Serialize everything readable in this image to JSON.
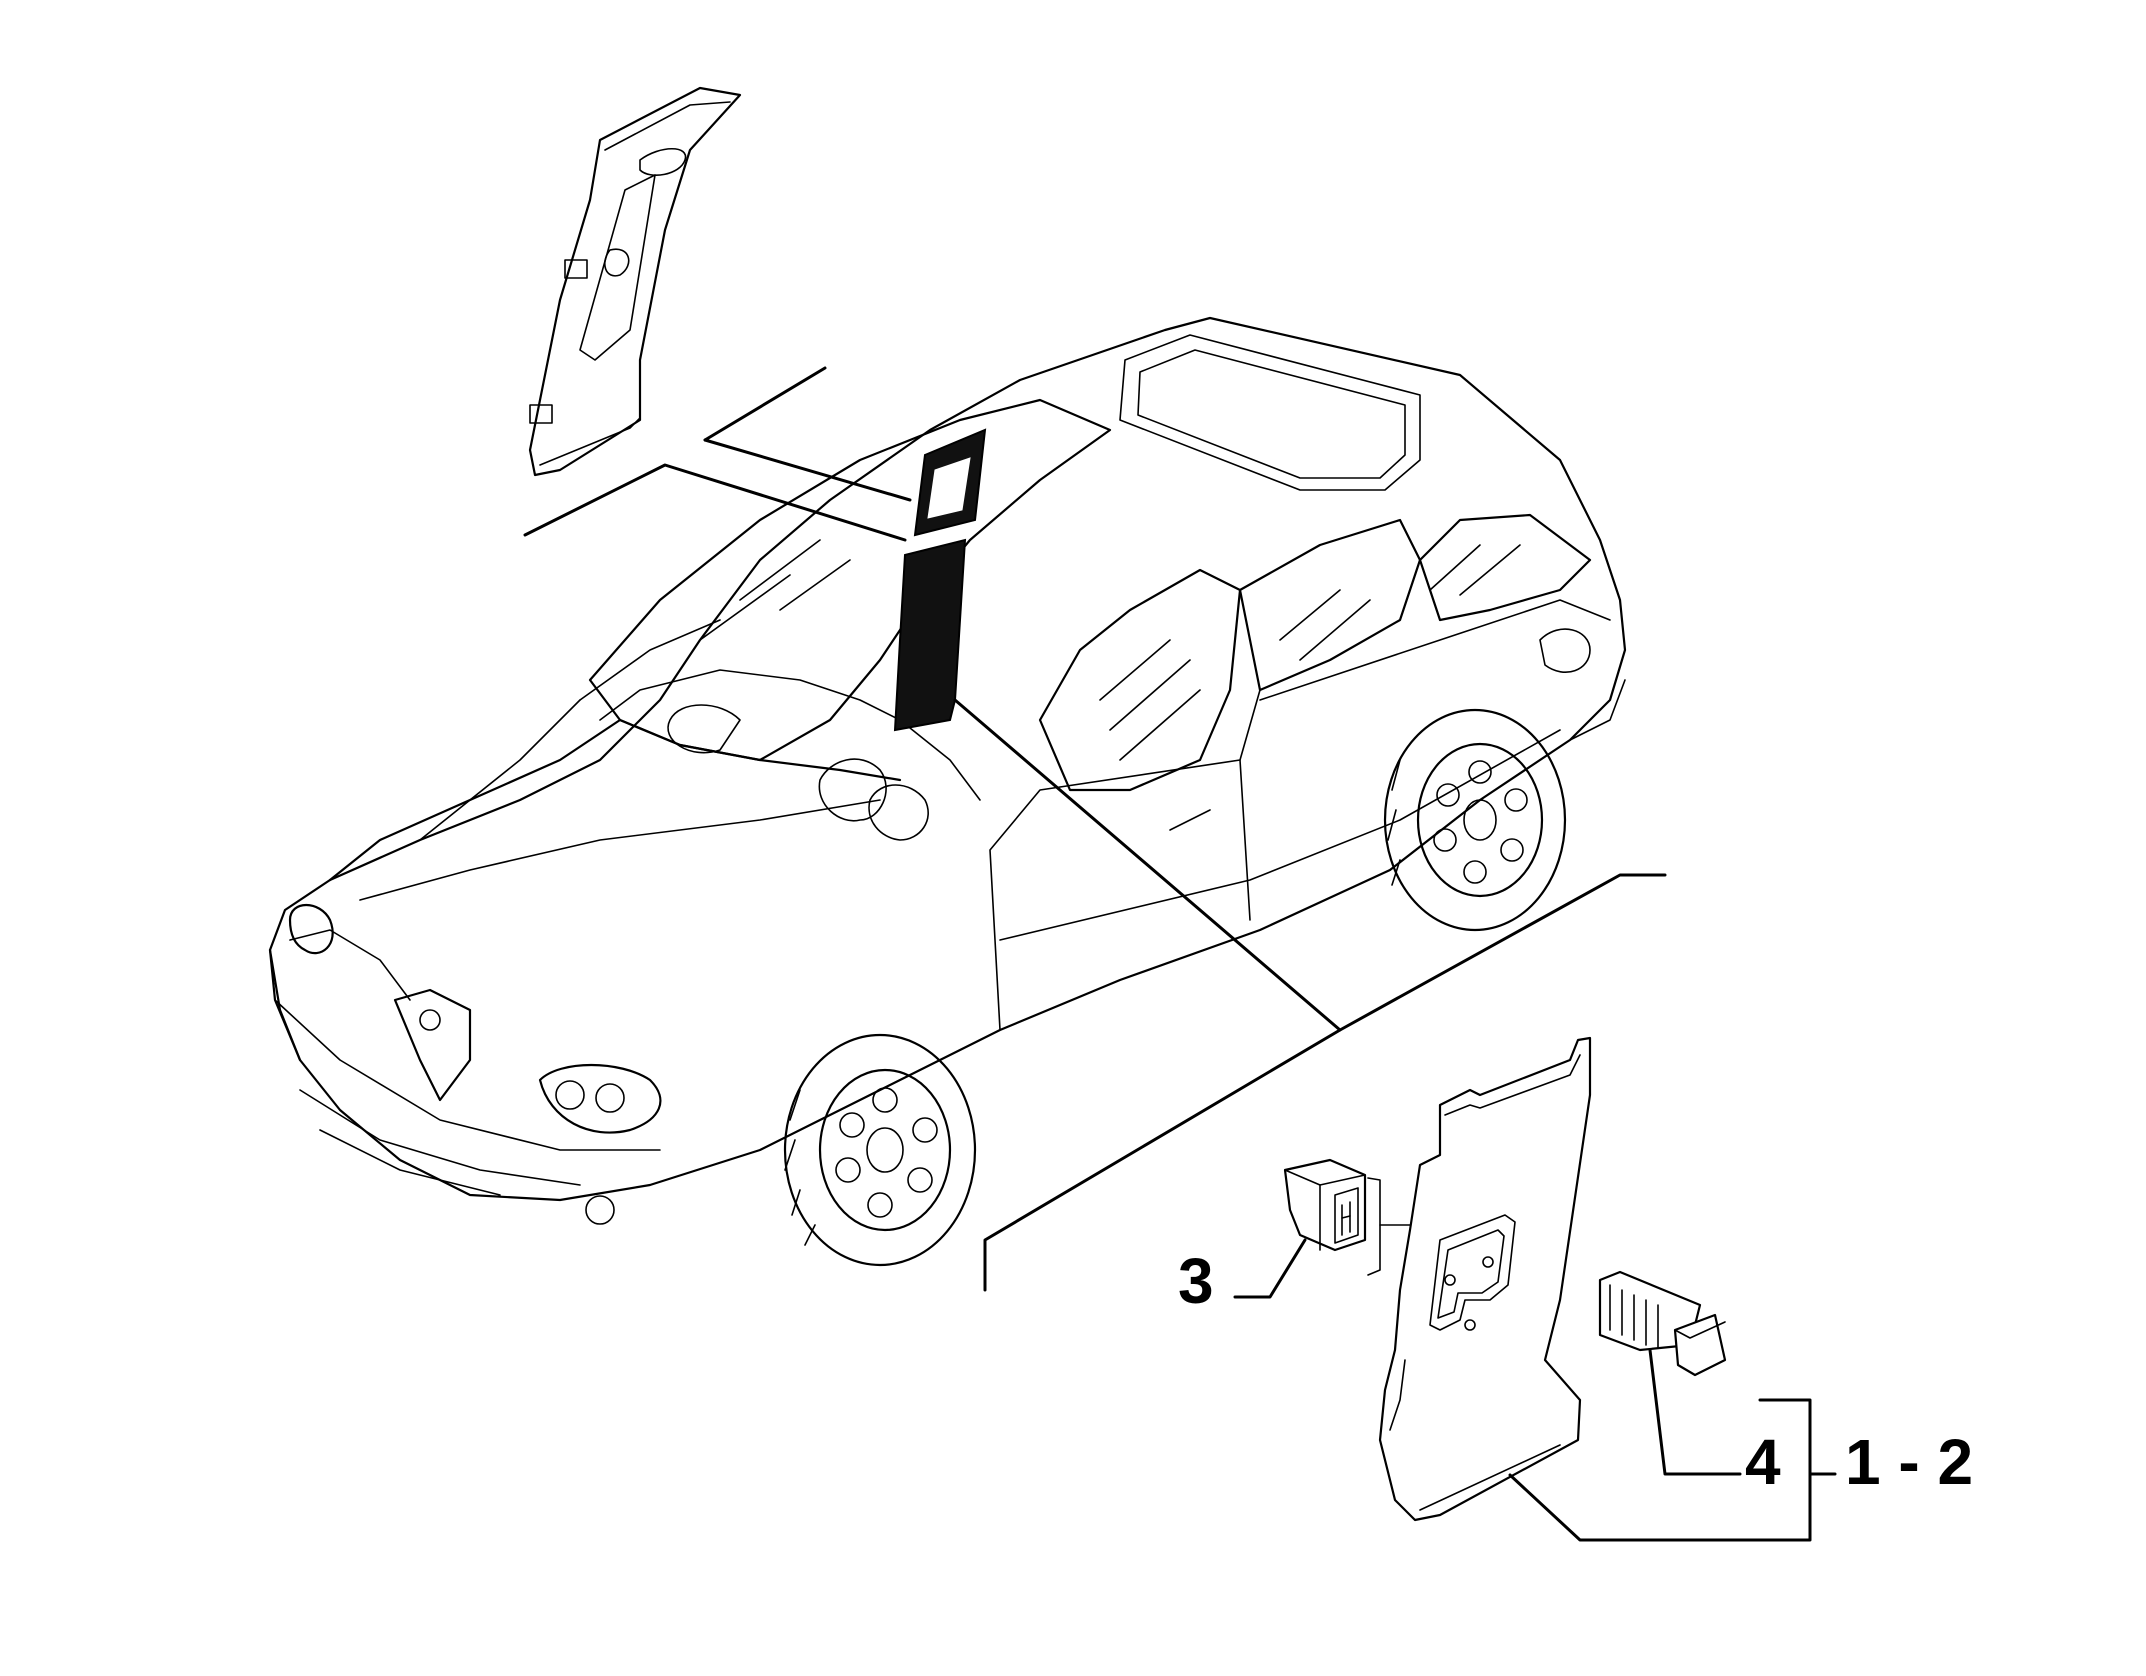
{
  "callouts": {
    "part_3": "3",
    "part_4": "4",
    "part_1_2": "1 - 2"
  },
  "colors": {
    "line": "#000000",
    "background": "#ffffff",
    "highlight": "#111111"
  }
}
